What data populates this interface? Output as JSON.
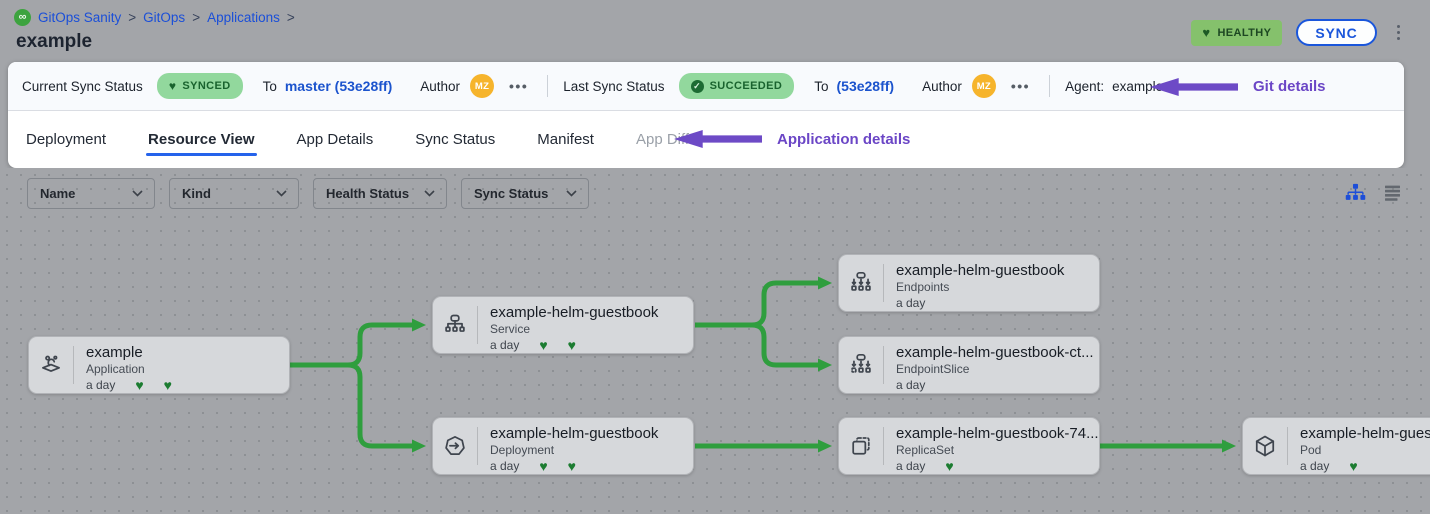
{
  "colors": {
    "page_bg": "#a3a5a9",
    "panel_bg": "#ffffff",
    "accent_blue": "#1a56db",
    "annotation_purple": "#6b46c6",
    "edge_green": "#2f9e3e",
    "healthy_badge_bg": "#85c16c",
    "synced_badge_bg": "#92d89d",
    "avatar_bg": "#f6b42c",
    "node_bg": "#d6d8db"
  },
  "breadcrumb": {
    "logo": "gitops-logo",
    "logo_glyph": "∞",
    "items": [
      "GitOps Sanity",
      "GitOps",
      "Applications"
    ],
    "separator": ">"
  },
  "header": {
    "title": "example",
    "health_badge": "HEALTHY",
    "sync_button": "SYNC"
  },
  "status_bar": {
    "current": {
      "label": "Current Sync Status",
      "badge": "SYNCED",
      "to": "To",
      "ref": "master (53e28ff)",
      "author": "Author",
      "avatar": "MZ",
      "more": "•••"
    },
    "last": {
      "label": "Last Sync Status",
      "badge": "SUCCEEDED",
      "check": "✓",
      "to": "To",
      "ref": "(53e28ff)",
      "author": "Author",
      "avatar": "MZ",
      "more": "•••"
    },
    "agent": {
      "label": "Agent:",
      "value": "example"
    },
    "annotation": "Git details"
  },
  "tabs": {
    "items": [
      {
        "label": "Deployment"
      },
      {
        "label": "Resource View"
      },
      {
        "label": "App Details"
      },
      {
        "label": "Sync Status"
      },
      {
        "label": "Manifest"
      },
      {
        "label": "App Diff"
      }
    ],
    "active": "Resource View",
    "annotation": "Application details"
  },
  "filters": {
    "dropdowns": [
      {
        "label": "Name"
      },
      {
        "label": "Kind"
      },
      {
        "label": "Health Status"
      },
      {
        "label": "Sync Status"
      }
    ]
  },
  "view_toggle": {
    "active": "tree"
  },
  "graph": {
    "nodes": [
      {
        "title": "example",
        "kind": "Application",
        "age": "a day",
        "hearts": 2
      },
      {
        "title": "example-helm-guestbook",
        "kind": "Service",
        "age": "a day",
        "hearts": 2
      },
      {
        "title": "example-helm-guestbook",
        "kind": "Deployment",
        "age": "a day",
        "hearts": 2
      },
      {
        "title": "example-helm-guestbook",
        "kind": "Endpoints",
        "age": "a day",
        "hearts": 0
      },
      {
        "title": "example-helm-guestbook-ct...",
        "kind": "EndpointSlice",
        "age": "a day",
        "hearts": 0
      },
      {
        "title": "example-helm-guestbook-74...",
        "kind": "ReplicaSet",
        "age": "a day",
        "hearts": 1
      },
      {
        "title": "example-helm-guest",
        "kind": "Pod",
        "age": "a day",
        "hearts": 1
      }
    ],
    "edges": [
      [
        "Application",
        "Service"
      ],
      [
        "Application",
        "Deployment"
      ],
      [
        "Service",
        "Endpoints"
      ],
      [
        "Service",
        "EndpointSlice"
      ],
      [
        "Deployment",
        "ReplicaSet"
      ],
      [
        "ReplicaSet",
        "Pod"
      ]
    ]
  }
}
